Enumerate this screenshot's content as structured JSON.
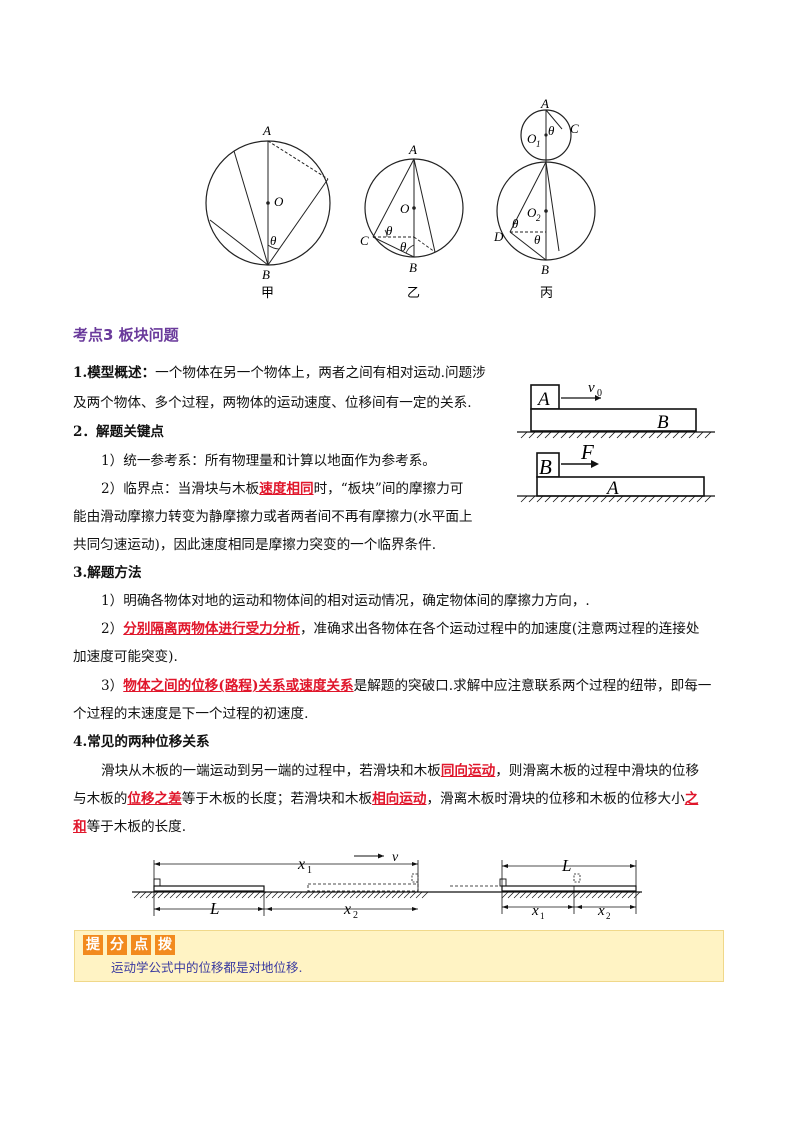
{
  "circles": {
    "labels": [
      "甲",
      "乙",
      "丙"
    ],
    "points": {
      "A": "A",
      "B": "B",
      "C": "C",
      "D": "D",
      "O": "O",
      "O1": "O",
      "O2": "O",
      "theta": "θ",
      "sub1": "1",
      "sub2": "2"
    }
  },
  "section": {
    "title": "考点3  板块问题"
  },
  "model": {
    "heading": "1.模型概述：",
    "text1": "一个物体在另一个物体上，两者之间有相对运动.问题涉",
    "text2": "及两个物体、多个过程，两物体的运动速度、位移间有一定的关系."
  },
  "keypoints": {
    "heading": "2．解题关键点",
    "item1": "1）统一参考系：所有物理量和计算以地面作为参考系。",
    "item2_a": "2）临界点：当滑块与木板",
    "item2_red": "速度相同",
    "item2_b": "时，“板块”间的摩擦力可",
    "item2_line2": "能由滑动摩擦力转变为静摩擦力或者两者间不再有摩擦力(水平面上",
    "item2_line3": "共同匀速运动)，因此速度相同是摩擦力突变的一个临界条件."
  },
  "board_figure": {
    "A": "A",
    "B": "B",
    "v0": "v",
    "v0_sub": "0",
    "F": "F"
  },
  "method": {
    "heading": "3.解题方法",
    "item1": "1）明确各物体对地的运动和物体间的相对运动情况，确定物体间的摩擦力方向，.",
    "item2_a": "2）",
    "item2_red": "分别隔离两物体进行受力分析",
    "item2_b": "，准确求出各物体在各个运动过程中的加速度(注意两过程的连接处",
    "item2_line2": "加速度可能突变).",
    "item3_a": "3）",
    "item3_red": "物体之间的位移(路程)关系或速度关系",
    "item3_b": "是解题的突破口.求解中应注意联系两个过程的纽带，即每一",
    "item3_line2": "个过程的末速度是下一个过程的初速度."
  },
  "displacement": {
    "heading": "4.常见的两种位移关系",
    "l1_a": "滑块从木板的一端运动到另一端的过程中，若滑块和木板",
    "l1_red": "同向运动",
    "l1_b": "，则滑离木板的过程中滑块的位移",
    "l2_a": "与木板的",
    "l2_red": "位移之差",
    "l2_b": "等于木板的长度；若滑块和木板",
    "l2_red2": "相向运动",
    "l2_c": "，滑离木板时滑块的位移和木板的位移大小",
    "l2_red3": "之",
    "l3_red": "和",
    "l3_b": "等于木板的长度."
  },
  "bottom_figure": {
    "x": "x",
    "sub1": "1",
    "sub2": "2",
    "v": "v",
    "L": "L"
  },
  "tip": {
    "badges": [
      "提",
      "分",
      "点",
      "拨"
    ],
    "text": "运动学公式中的位移都是对地位移."
  },
  "colors": {
    "section_title": "#6a3a9b",
    "emphasis": "#e0162b",
    "tip_bg": "#fff3c4",
    "tip_badge": "#f28a1e",
    "tip_text": "#3a3aa0"
  }
}
